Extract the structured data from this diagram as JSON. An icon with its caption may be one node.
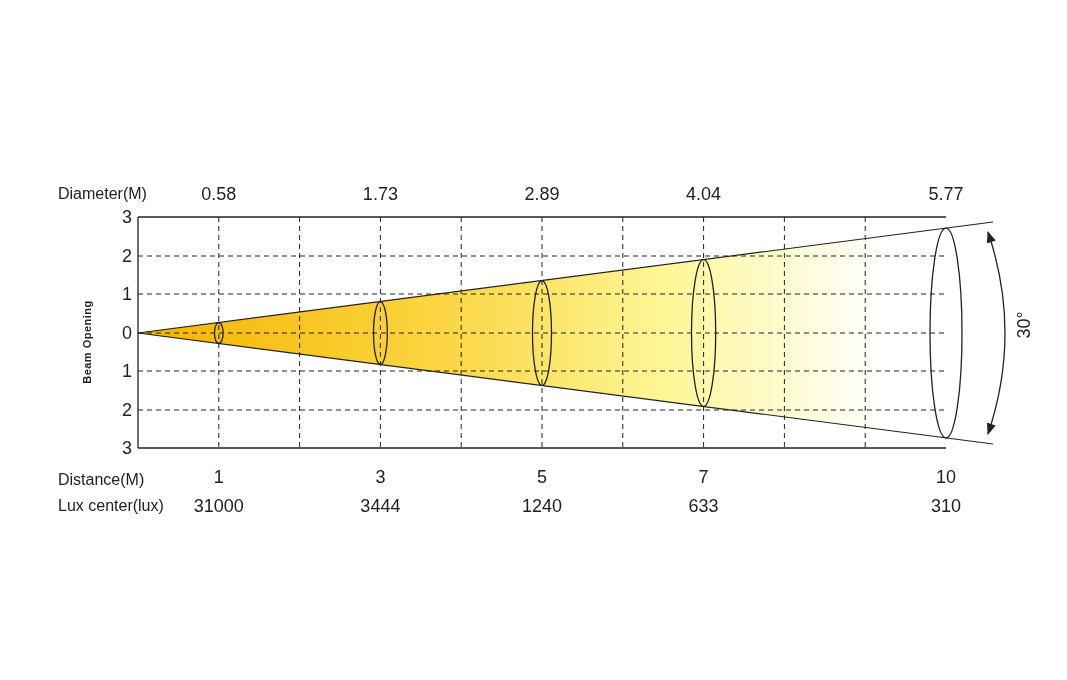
{
  "diagram": {
    "labels": [
      "Diameter(M)",
      "0.58",
      "1.73",
      "2.89",
      "4.04",
      "5.77",
      "3",
      "2",
      "1",
      "0",
      "1",
      "2",
      "3",
      "Beam Opening",
      "30°",
      "Distance(M)",
      "1",
      "3",
      "5",
      "7",
      "10",
      "Lux center(lux)",
      "31000",
      "3444",
      "1240",
      "633",
      "310"
    ]
  }
}
